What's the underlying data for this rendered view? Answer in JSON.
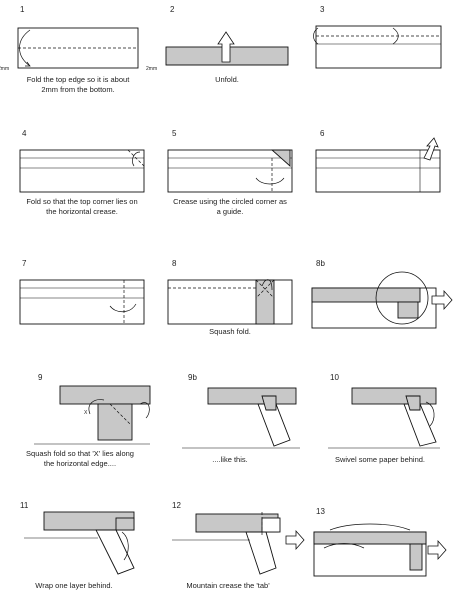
{
  "steps": [
    {
      "number": "1",
      "caption_lines": [
        "Fold the top edge so it is about",
        "2mm from the bottom."
      ],
      "label": "2mm"
    },
    {
      "number": "2",
      "caption_lines": [
        "Unfold."
      ],
      "label": "2mm"
    },
    {
      "number": "3",
      "caption_lines": []
    },
    {
      "number": "4",
      "caption_lines": [
        "Fold so that the top corner lies on",
        "the horizontal crease."
      ]
    },
    {
      "number": "5",
      "caption_lines": [
        "Crease using the circled corner as",
        "a guide."
      ]
    },
    {
      "number": "6",
      "caption_lines": []
    },
    {
      "number": "7",
      "caption_lines": []
    },
    {
      "number": "8",
      "caption_lines": [
        "Squash fold."
      ]
    },
    {
      "number": "8b",
      "caption_lines": []
    },
    {
      "number": "9",
      "caption_lines": [
        "Squash fold so that 'X' lies along",
        "the horizontal edge...."
      ],
      "label": "X"
    },
    {
      "number": "9b",
      "caption_lines": [
        "....like this."
      ]
    },
    {
      "number": "10",
      "caption_lines": [
        "Swivel some paper behind."
      ]
    },
    {
      "number": "11",
      "caption_lines": [
        "Wrap one layer behind."
      ]
    },
    {
      "number": "12",
      "caption_lines": [
        "Mountain crease the 'tab'"
      ]
    },
    {
      "number": "13",
      "caption_lines": []
    }
  ],
  "colors": {
    "paper": "#ffffff",
    "shade": "#c8c8c8",
    "line": "#111111"
  }
}
